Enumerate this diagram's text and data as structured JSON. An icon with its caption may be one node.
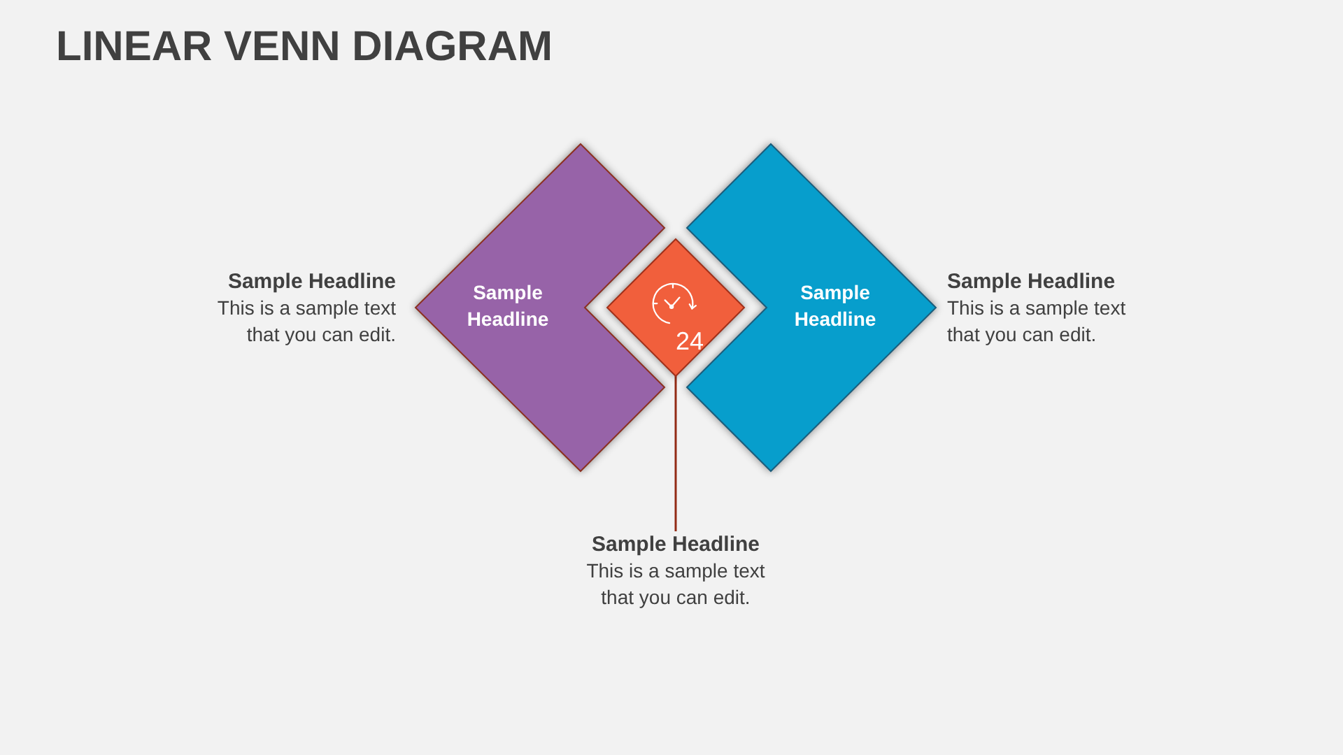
{
  "diagram": {
    "title": "LINEAR VENN DIAGRAM",
    "nodes": [
      {
        "text": [
          "Sample Headline"
        ],
        "beside": [
          "Sample Headline",
          "This is a sample text that you can edit."
        ]
      },
      {
        "text": [
          "24"
        ]
      },
      {
        "text": [
          "Sample Headline"
        ],
        "beside": [
          "Sample Headline",
          "This is a sample text that you can edit."
        ]
      },
      {
        "text": [
          "Sample Headline",
          "This is a sample text that you can edit."
        ]
      }
    ],
    "edges": [
      {
        "from": 3,
        "to": 1,
        "arrow": "none"
      }
    ]
  }
}
